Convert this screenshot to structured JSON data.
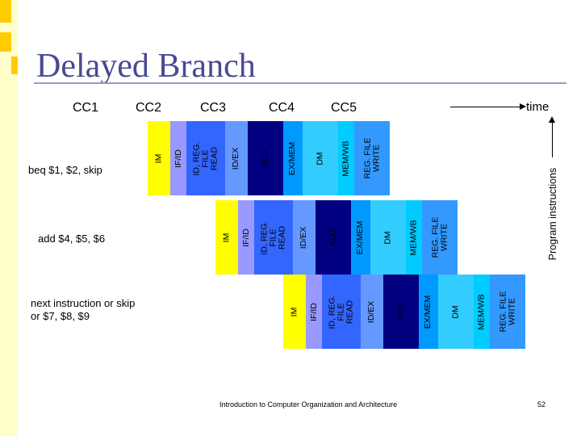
{
  "slide": {
    "title": "Delayed Branch",
    "footer": "Introduction to Computer Organization and Architecture",
    "page_number": "52"
  },
  "header": {
    "cycles": [
      "CC1",
      "CC2",
      "CC3",
      "CC4",
      "CC5"
    ],
    "time_label": "time",
    "program_label": "Program instructions"
  },
  "colors": {
    "title": "#494994",
    "im": "#ffff00",
    "ifid": "#9999ff",
    "id": "#3366ff",
    "idex": "#6699ff",
    "alu": "#000080",
    "exmem": "#0099ff",
    "dm": "#33ccff",
    "memwb": "#00ccff",
    "wb": "#3399ff"
  },
  "instructions": [
    {
      "label": "beq $1, $2, skip",
      "stages": [
        {
          "name": "im",
          "lines": [
            "IM"
          ]
        },
        {
          "name": "ifid",
          "lines": [
            "IF/ID"
          ]
        },
        {
          "name": "id",
          "lines": [
            "ID, REG.",
            "FILE",
            "READ"
          ]
        },
        {
          "name": "idex",
          "lines": [
            "ID/EX"
          ]
        },
        {
          "name": "alu",
          "lines": [
            "ALU"
          ]
        },
        {
          "name": "exmem",
          "lines": [
            "EX/MEM"
          ]
        },
        {
          "name": "dm",
          "lines": [
            "DM"
          ]
        },
        {
          "name": "memwb",
          "lines": [
            "MEM/WB"
          ]
        },
        {
          "name": "wb",
          "lines": [
            "REG. FILE",
            "WRITE"
          ]
        }
      ]
    },
    {
      "label": "add $4, $5, $6",
      "stages": [
        {
          "name": "im",
          "lines": [
            "IM"
          ]
        },
        {
          "name": "ifid",
          "lines": [
            "IF/ID"
          ]
        },
        {
          "name": "id",
          "lines": [
            "ID, REG.",
            "FILE",
            "READ"
          ]
        },
        {
          "name": "idex",
          "lines": [
            "ID/EX"
          ]
        },
        {
          "name": "alu",
          "lines": [
            "ALU"
          ]
        },
        {
          "name": "exmem",
          "lines": [
            "EX/MEM"
          ]
        },
        {
          "name": "dm",
          "lines": [
            "DM"
          ]
        },
        {
          "name": "memwb",
          "lines": [
            "MEM/WB"
          ]
        },
        {
          "name": "wb",
          "lines": [
            "REG. FILE",
            "WRITE"
          ]
        }
      ]
    },
    {
      "label": "next instruction or skip  or $7, $8, $9",
      "stages": [
        {
          "name": "im",
          "lines": [
            "IM"
          ]
        },
        {
          "name": "ifid",
          "lines": [
            "IF/ID"
          ]
        },
        {
          "name": "id",
          "lines": [
            "ID, REG.",
            "FILE",
            "READ"
          ]
        },
        {
          "name": "idex",
          "lines": [
            "ID/EX"
          ]
        },
        {
          "name": "alu",
          "lines": [
            "ALU"
          ]
        },
        {
          "name": "exmem",
          "lines": [
            "EX/MEM"
          ]
        },
        {
          "name": "dm",
          "lines": [
            "DM"
          ]
        },
        {
          "name": "memwb",
          "lines": [
            "MEM/WB"
          ]
        },
        {
          "name": "wb",
          "lines": [
            "REG. FILE",
            "WRITE"
          ]
        }
      ]
    }
  ]
}
